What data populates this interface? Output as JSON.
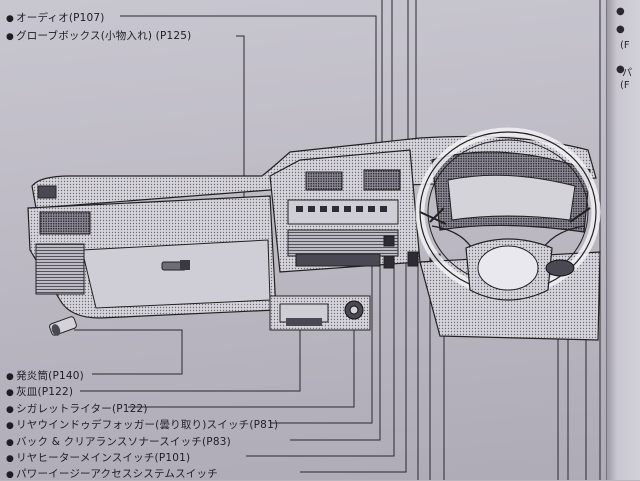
{
  "labels_top": [
    {
      "text": "オーディオ(P107)",
      "bullet": "●"
    },
    {
      "text": "グローブボックス(小物入れ) (P125)",
      "bullet": "●"
    }
  ],
  "labels_bottom": [
    {
      "text": "発炎筒(P140)",
      "bullet": "●"
    },
    {
      "text": "灰皿(P122)",
      "bullet": "●"
    },
    {
      "text": "シガレットライター(P122)",
      "bullet": "●"
    },
    {
      "text": "リヤウインドゥデフォッガー(曇り取り)スイッチ(P81)",
      "bullet": "●"
    },
    {
      "text": "バック & クリアランスソナースイッチ(P83)",
      "bullet": "●"
    },
    {
      "text": "リヤヒーターメインスイッチ(P101)",
      "bullet": "●"
    },
    {
      "text": "パワーイージーアクセスシステムスイッチ",
      "bullet": "●"
    }
  ],
  "right_column": [
    "●",
    "●",
    "(F",
    "●",
    "パ",
    "(F"
  ],
  "colors": {
    "ink": "#1f1d24",
    "paper": "#c4c2cb"
  }
}
